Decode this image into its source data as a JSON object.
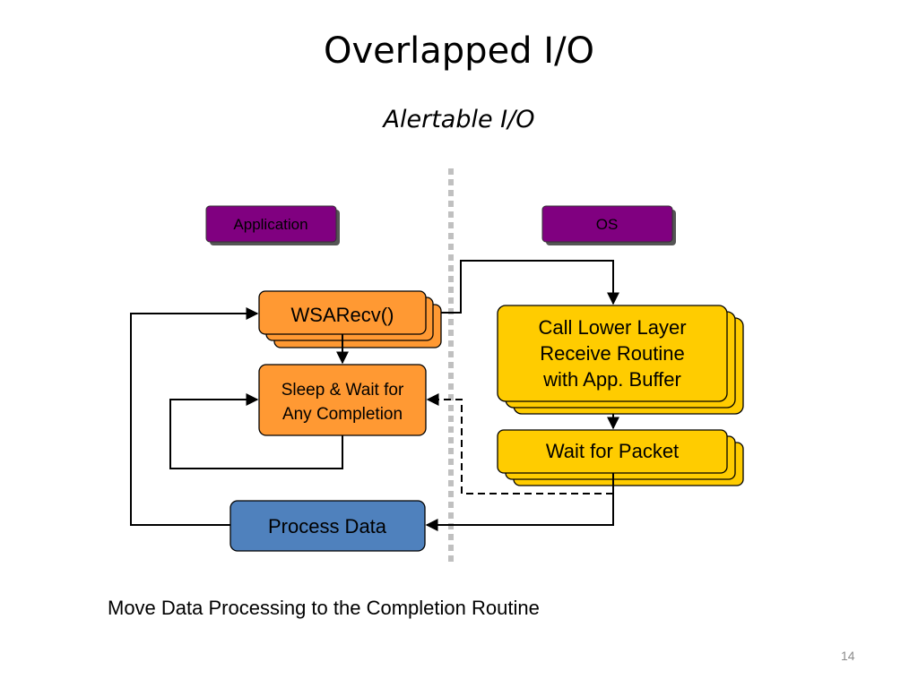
{
  "slide": {
    "title": "Overlapped I/O",
    "subtitle": "Alertable I/O",
    "caption": "Move Data Processing to the Completion Routine",
    "page_number": "14"
  },
  "diagram": {
    "headers": {
      "application": "Application",
      "os": "OS"
    },
    "nodes": {
      "wsarecv": "WSARecv()",
      "sleep_wait": [
        "Sleep & Wait for",
        "Any Completion"
      ],
      "process_data": "Process Data",
      "call_lower": [
        "Call Lower Layer",
        "Receive Routine",
        "with App. Buffer"
      ],
      "wait_packet": "Wait for Packet"
    },
    "colors": {
      "header_fill": "#800080",
      "app_node_fill": "#ff9933",
      "process_fill": "#4f81bd",
      "os_node_fill": "#ffcc00",
      "divider": "#c0c0c0"
    }
  }
}
